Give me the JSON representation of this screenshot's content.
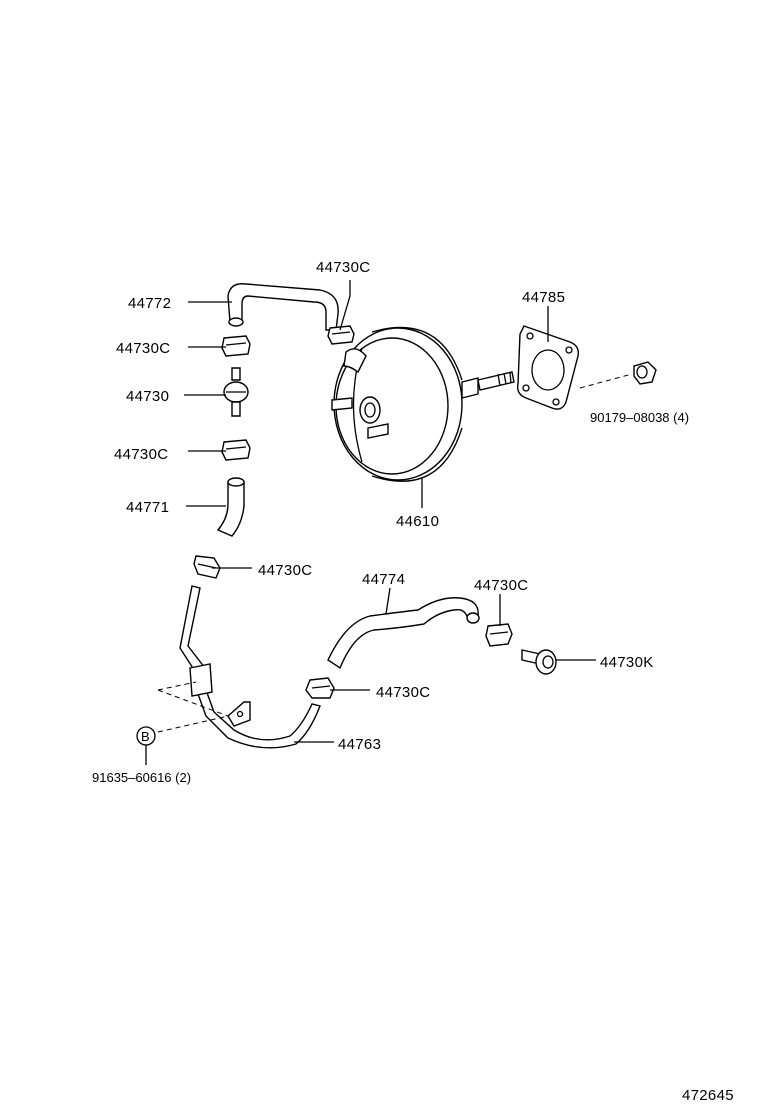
{
  "diagram_id": "472645",
  "labels": {
    "p44772": "44772",
    "p44730c_top": "44730C",
    "p44730c_1": "44730C",
    "p44730": "44730",
    "p44730c_2": "44730C",
    "p44771": "44771",
    "p44730c_3": "44730C",
    "p44785": "44785",
    "p90179": "90179–08038 (4)",
    "p44610": "44610",
    "p44774": "44774",
    "p44730c_4": "44730C",
    "p44730k": "44730K",
    "p44730c_5": "44730C",
    "p44763": "44763",
    "bolt_ref": "B",
    "p91635": "91635–60616 (2)"
  }
}
